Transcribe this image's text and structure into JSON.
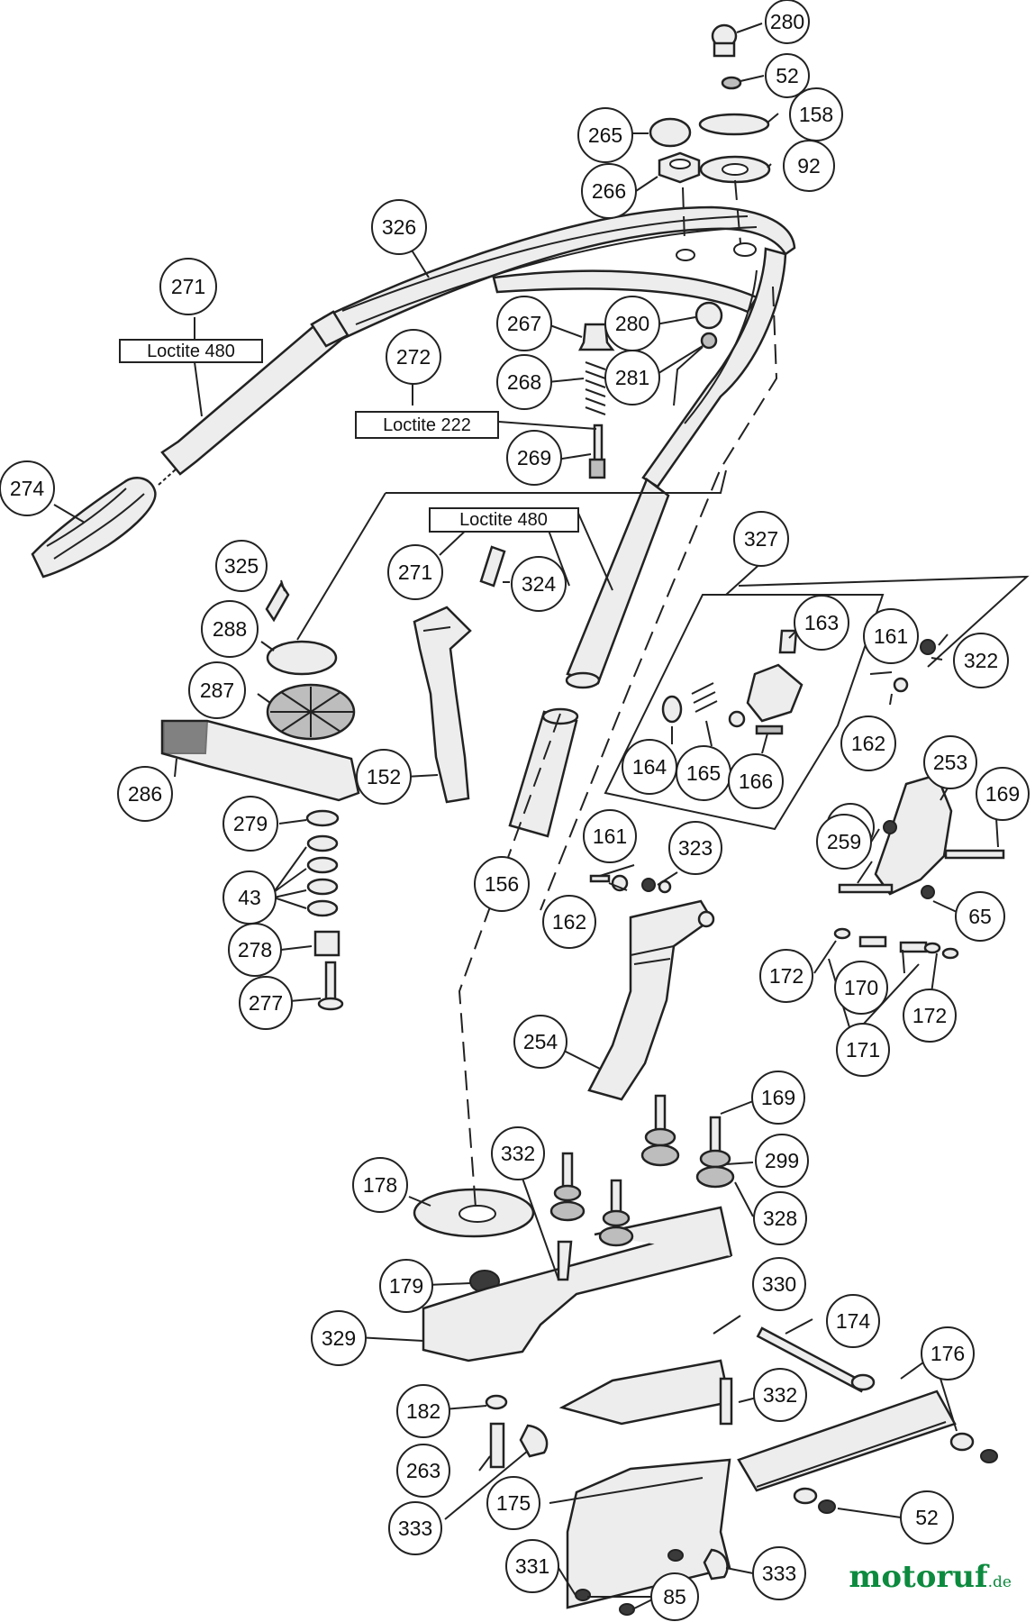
{
  "callouts": [
    {
      "id": "p280a",
      "label": "280"
    },
    {
      "id": "p52a",
      "label": "52"
    },
    {
      "id": "p158",
      "label": "158"
    },
    {
      "id": "p92",
      "label": "92"
    },
    {
      "id": "p265",
      "label": "265"
    },
    {
      "id": "p266",
      "label": "266"
    },
    {
      "id": "p326",
      "label": "326"
    },
    {
      "id": "p271a",
      "label": "271"
    },
    {
      "id": "p272",
      "label": "272"
    },
    {
      "id": "p267",
      "label": "267"
    },
    {
      "id": "p280b",
      "label": "280"
    },
    {
      "id": "p268",
      "label": "268"
    },
    {
      "id": "p281",
      "label": "281"
    },
    {
      "id": "p269",
      "label": "269"
    },
    {
      "id": "p274",
      "label": "274"
    },
    {
      "id": "p271b",
      "label": "271"
    },
    {
      "id": "p324",
      "label": "324"
    },
    {
      "id": "p327",
      "label": "327"
    },
    {
      "id": "p325",
      "label": "325"
    },
    {
      "id": "p288",
      "label": "288"
    },
    {
      "id": "p287",
      "label": "287"
    },
    {
      "id": "p163",
      "label": "163"
    },
    {
      "id": "p161a",
      "label": "161"
    },
    {
      "id": "p322",
      "label": "322"
    },
    {
      "id": "p162a",
      "label": "162"
    },
    {
      "id": "p286",
      "label": "286"
    },
    {
      "id": "p152",
      "label": "152"
    },
    {
      "id": "p164",
      "label": "164"
    },
    {
      "id": "p165",
      "label": "165"
    },
    {
      "id": "p166",
      "label": "166"
    },
    {
      "id": "p253",
      "label": "253"
    },
    {
      "id": "p169a",
      "label": "169"
    },
    {
      "id": "p279",
      "label": "279"
    },
    {
      "id": "p65a",
      "label": "65"
    },
    {
      "id": "p161b",
      "label": "161"
    },
    {
      "id": "p323",
      "label": "323"
    },
    {
      "id": "p259",
      "label": "259"
    },
    {
      "id": "p43",
      "label": "43"
    },
    {
      "id": "p156",
      "label": "156"
    },
    {
      "id": "p162b",
      "label": "162"
    },
    {
      "id": "p65b",
      "label": "65"
    },
    {
      "id": "p278",
      "label": "278"
    },
    {
      "id": "p172a",
      "label": "172"
    },
    {
      "id": "p170",
      "label": "170"
    },
    {
      "id": "p172b",
      "label": "172"
    },
    {
      "id": "p277",
      "label": "277"
    },
    {
      "id": "p171",
      "label": "171"
    },
    {
      "id": "p254",
      "label": "254"
    },
    {
      "id": "p169b",
      "label": "169"
    },
    {
      "id": "p332a",
      "label": "332"
    },
    {
      "id": "p299",
      "label": "299"
    },
    {
      "id": "p178",
      "label": "178"
    },
    {
      "id": "p328",
      "label": "328"
    },
    {
      "id": "p179",
      "label": "179"
    },
    {
      "id": "p330",
      "label": "330"
    },
    {
      "id": "p174",
      "label": "174"
    },
    {
      "id": "p329",
      "label": "329"
    },
    {
      "id": "p176",
      "label": "176"
    },
    {
      "id": "p332b",
      "label": "332"
    },
    {
      "id": "p182",
      "label": "182"
    },
    {
      "id": "p263",
      "label": "263"
    },
    {
      "id": "p175",
      "label": "175"
    },
    {
      "id": "p52b",
      "label": "52"
    },
    {
      "id": "p333a",
      "label": "333"
    },
    {
      "id": "p331",
      "label": "331"
    },
    {
      "id": "p333b",
      "label": "333"
    },
    {
      "id": "p85",
      "label": "85"
    }
  ],
  "notes": [
    {
      "id": "n1",
      "label": "Loctite 480"
    },
    {
      "id": "n2",
      "label": "Loctite 222"
    },
    {
      "id": "n3",
      "label": "Loctite 480"
    }
  ],
  "watermark": {
    "brand": "motoruf",
    "tld": ".de",
    "color": "#0c8a3e"
  }
}
